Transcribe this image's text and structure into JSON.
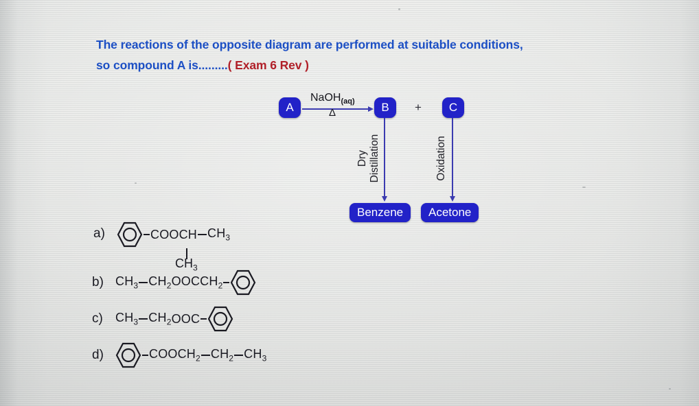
{
  "question": {
    "line1": "The reactions of the opposite diagram are performed at suitable conditions,",
    "line2_prefix": "so compound A is.........",
    "exam_tag": "( Exam 6 Rev )"
  },
  "diagram": {
    "nodes": {
      "a": "A",
      "b": "B",
      "c": "C",
      "benzene": "Benzene",
      "acetone": "Acetone"
    },
    "plus": "+",
    "reagent": {
      "name": "NaOH",
      "state": "(aq)",
      "condition": "Δ"
    },
    "arrow_labels": {
      "dry_line1": "Dry",
      "dry_line2": "Distillation",
      "oxidation": "Oxidation"
    }
  },
  "options": [
    {
      "letter": "a)",
      "parts": [
        "ring",
        "bond",
        "COOCH",
        "bond",
        "CH",
        "3"
      ],
      "text": "○-COOCH-CH3 (with CH3 branch)",
      "seg1": "COOCH",
      "seg2": "CH",
      "seg2_sub": "3",
      "branch": "CH",
      "branch_sub": "3"
    },
    {
      "letter": "b)",
      "seg1": "CH",
      "seg1_sub": "3",
      "seg2": "CH",
      "seg2_sub": "2",
      "seg3": "OOCCH",
      "seg3_sub": "2"
    },
    {
      "letter": "c)",
      "seg1": "CH",
      "seg1_sub": "3",
      "seg2": "CH",
      "seg2_sub": "2",
      "seg3": "OOC"
    },
    {
      "letter": "d)",
      "seg1": "COOCH",
      "seg1_sub": "2",
      "seg2": "CH",
      "seg2_sub": "2",
      "seg3": "CH",
      "seg3_sub": "3"
    }
  ],
  "colors": {
    "question_blue": "#1c4fc4",
    "exam_red": "#b01f28",
    "node_blue": "#2222c8",
    "arrow_blue": "#3b3bb0",
    "text_dark": "#1a1a22",
    "background": "#e8e9e7"
  }
}
